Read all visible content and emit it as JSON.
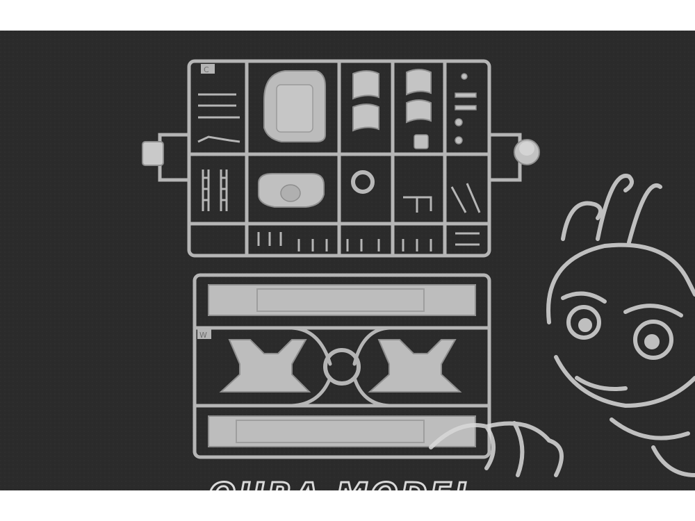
{
  "photo": {
    "background_color": "#2b2b2b",
    "plastic_color": "#b8b8b8",
    "plastic_shadow": "#8e8e8e",
    "watermark_color": "#d9d9d9"
  },
  "sprue_top": {
    "tag_letter": "C"
  },
  "sprue_bottom": {
    "tag_letter": "W"
  },
  "watermark": {
    "text": "OURA MODEL",
    "mascot": "cartoon-face-watermark"
  }
}
